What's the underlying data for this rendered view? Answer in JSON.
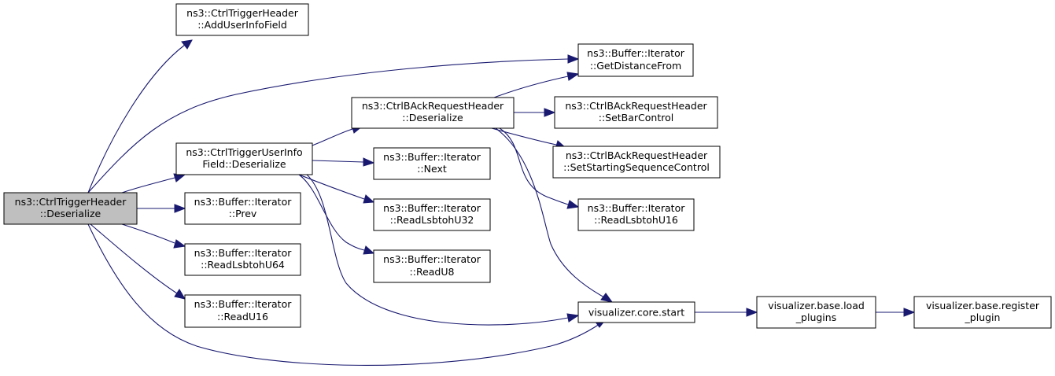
{
  "nodes": {
    "root": {
      "line1": "ns3::CtrlTriggerHeader",
      "line2": "::Deserialize"
    },
    "add_user_info_field": {
      "line1": "ns3::CtrlTriggerHeader",
      "line2": "::AddUserInfoField"
    },
    "get_distance_from": {
      "line1": "ns3::Buffer::Iterator",
      "line2": "::GetDistanceFrom"
    },
    "bar_deserialize": {
      "line1": "ns3::CtrlBAckRequestHeader",
      "line2": "::Deserialize"
    },
    "set_bar_control": {
      "line1": "ns3::CtrlBAckRequestHeader",
      "line2": "::SetBarControl"
    },
    "user_info_deserialize": {
      "line1": "ns3::CtrlTriggerUserInfo",
      "line2": "Field::Deserialize"
    },
    "set_starting_seq": {
      "line1": "ns3::CtrlBAckRequestHeader",
      "line2": "::SetStartingSequenceControl"
    },
    "next": {
      "line1": "ns3::Buffer::Iterator",
      "line2": "::Next"
    },
    "prev": {
      "line1": "ns3::Buffer::Iterator",
      "line2": "::Prev"
    },
    "read_lsbtoh_u16": {
      "line1": "ns3::Buffer::Iterator",
      "line2": "::ReadLsbtohU16"
    },
    "read_lsbtoh_u32": {
      "line1": "ns3::Buffer::Iterator",
      "line2": "::ReadLsbtohU32"
    },
    "read_lsbtoh_u64": {
      "line1": "ns3::Buffer::Iterator",
      "line2": "::ReadLsbtohU64"
    },
    "read_u8": {
      "line1": "ns3::Buffer::Iterator",
      "line2": "::ReadU8"
    },
    "read_u16": {
      "line1": "ns3::Buffer::Iterator",
      "line2": "::ReadU16"
    },
    "visualizer_start": {
      "line1": "visualizer.core.start"
    },
    "load_plugins": {
      "line1": "visualizer.base.load",
      "line2": "_plugins"
    },
    "register_plugin": {
      "line1": "visualizer.base.register",
      "line2": "_plugin"
    }
  },
  "colors": {
    "edge": "#191970",
    "root_fill": "#bfbfbf",
    "node_fill": "#ffffff",
    "node_stroke": "#000000"
  }
}
